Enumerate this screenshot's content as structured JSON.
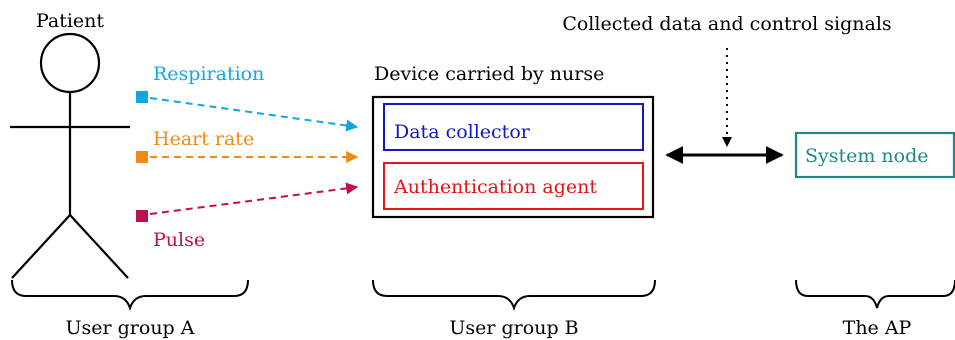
{
  "patient": {
    "label": "Patient"
  },
  "signals": {
    "respiration": {
      "label": "Respiration",
      "color": "#0fa7e0"
    },
    "heart_rate": {
      "label": "Heart rate",
      "color": "#f08a14"
    },
    "pulse": {
      "label": "Pulse",
      "color": "#be0f50"
    }
  },
  "device": {
    "caption": "Device carried by nurse",
    "data_collector": {
      "label": "Data collector",
      "color": "#1414c8"
    },
    "auth_agent": {
      "label": "Authentication agent",
      "color": "#e61414"
    }
  },
  "system_node": {
    "label": "System node",
    "color": "#1a8a82"
  },
  "link_caption": "Collected data and control signals",
  "groups": {
    "a": "User group A",
    "b": "User group B",
    "ap": "The AP"
  }
}
